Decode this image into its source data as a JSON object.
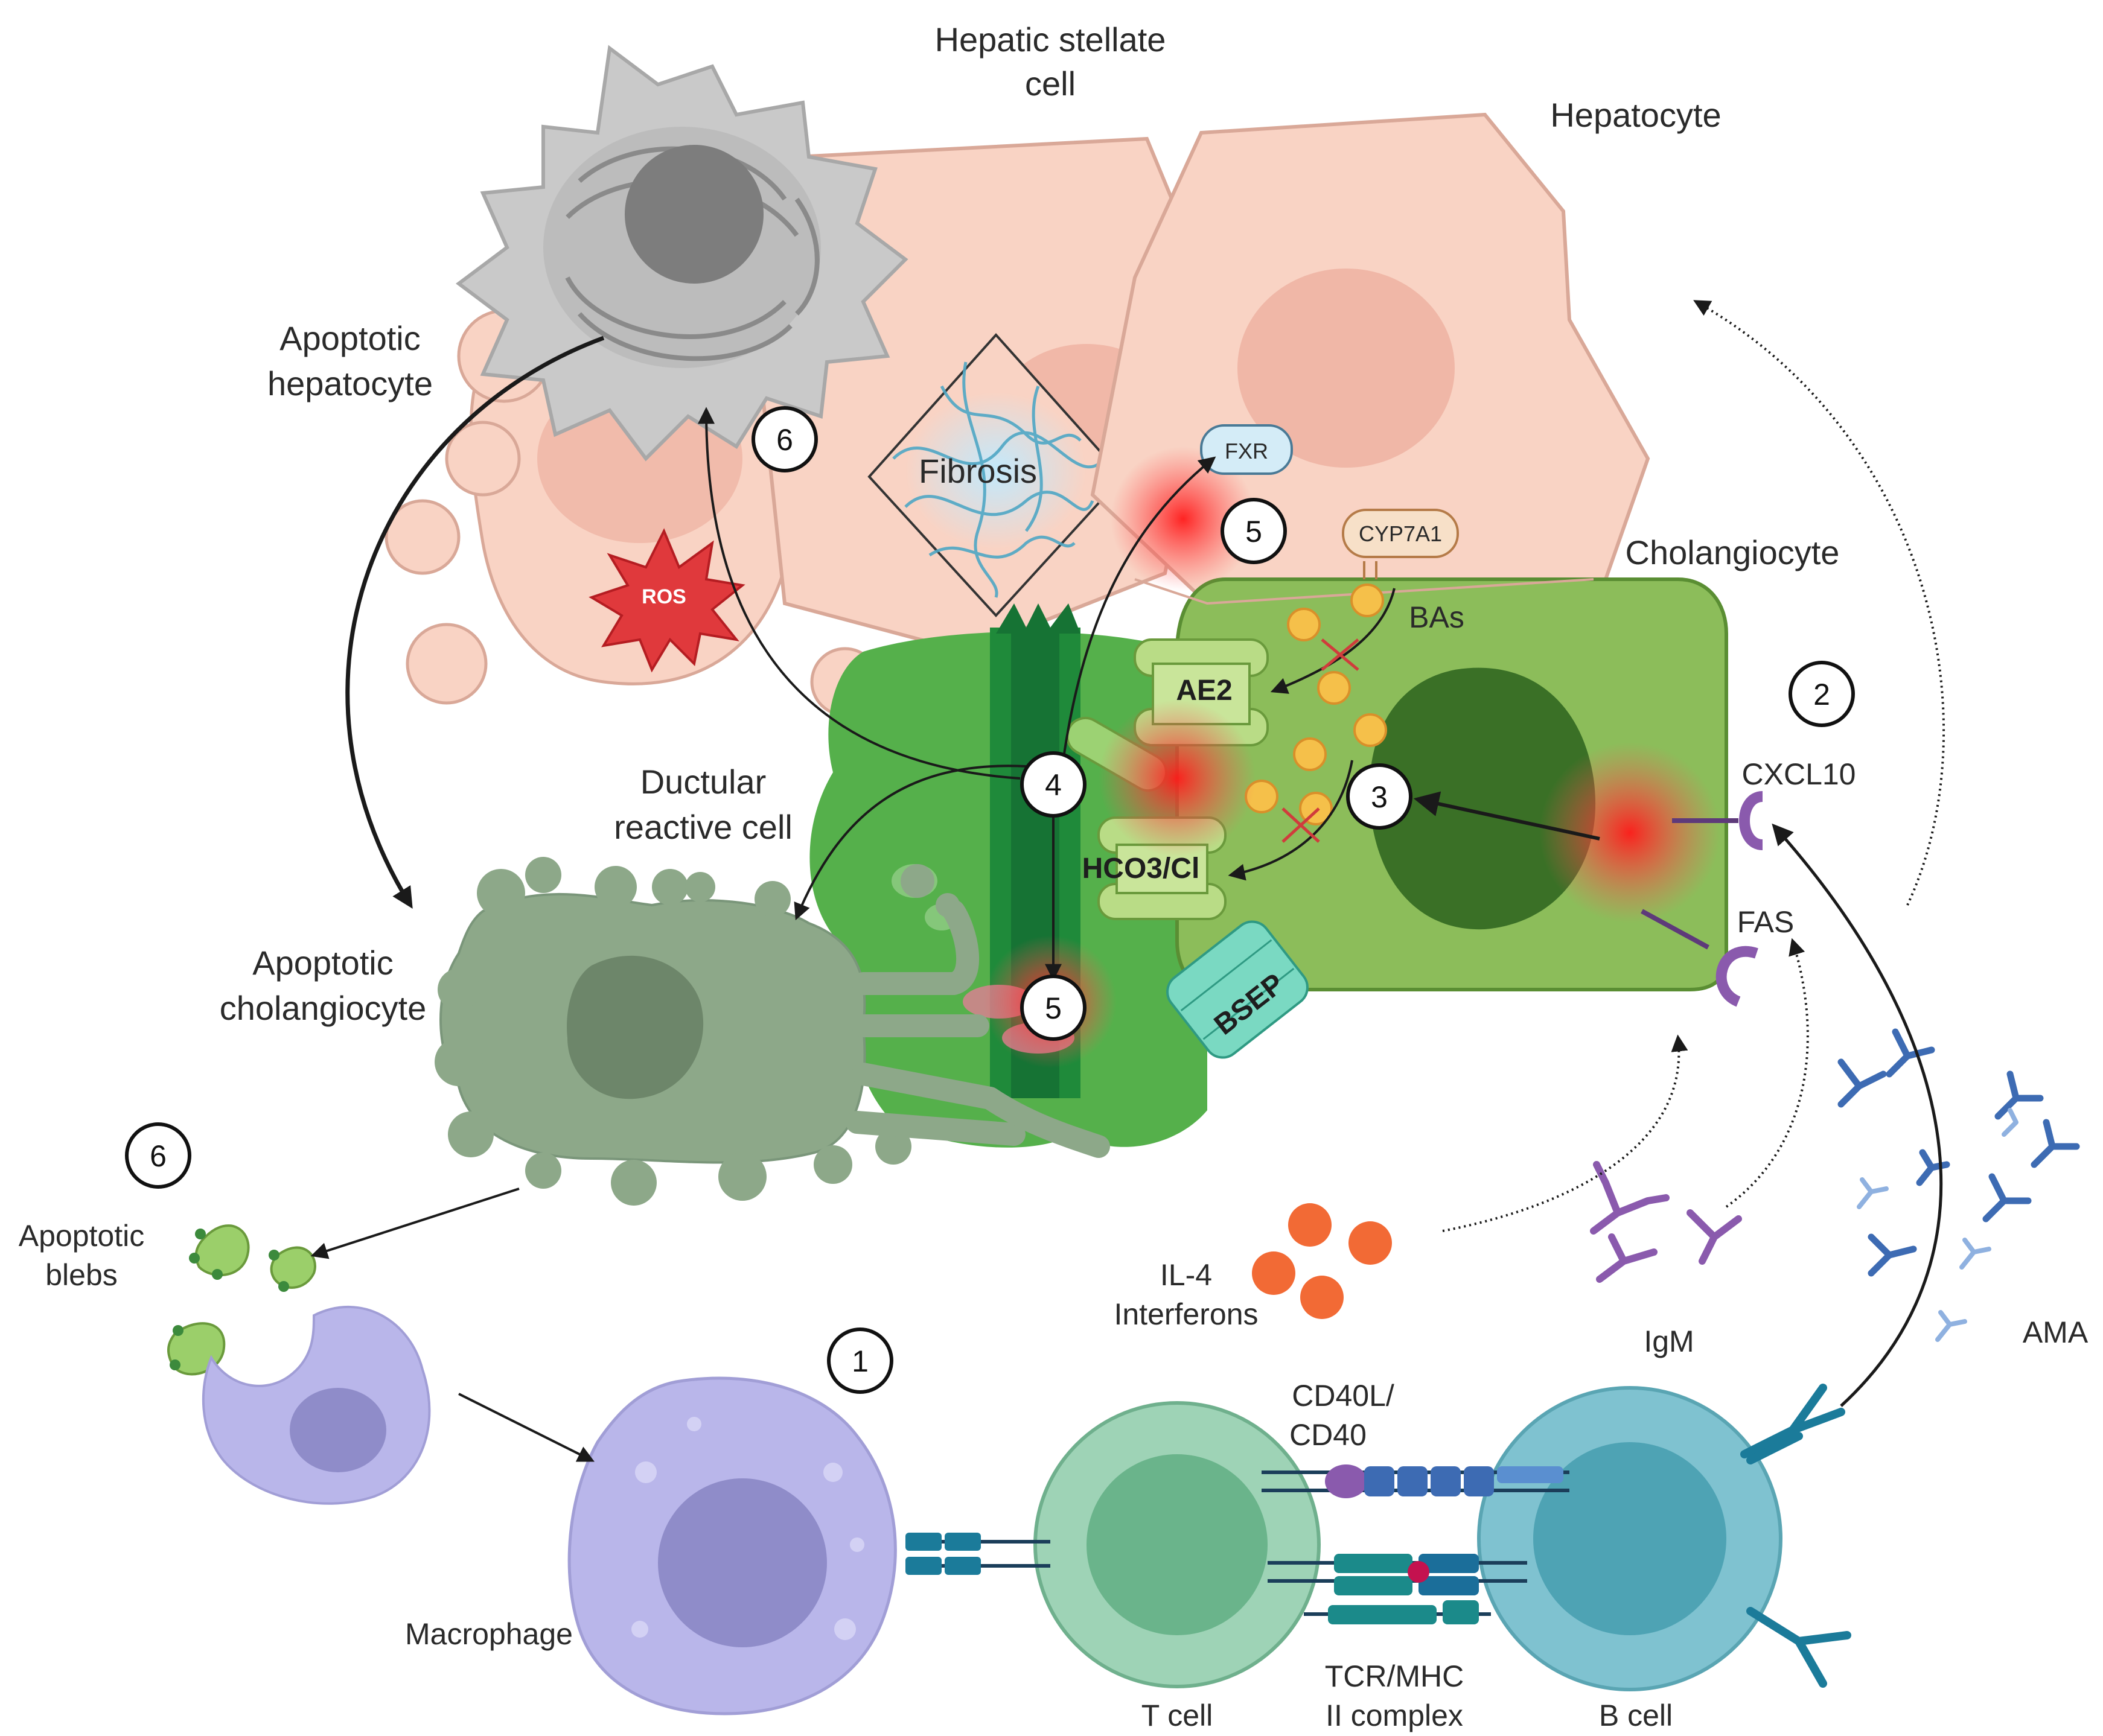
{
  "labels": {
    "hepatic_stellate_1": "Hepatic stellate",
    "hepatic_stellate_2": "cell",
    "hepatocyte": "Hepatocyte",
    "apoptotic_hep_1": "Apoptotic",
    "apoptotic_hep_2": "hepatocyte",
    "fibrosis": "Fibrosis",
    "fxr": "FXR",
    "cyp7a1": "CYP7A1",
    "cholangiocyte": "Cholangiocyte",
    "bas": "BAs",
    "ae2": "AE2",
    "hco3": "HCO3/Cl",
    "bsep": "BSEP",
    "ros": "ROS",
    "ductular_1": "Ductular",
    "ductular_2": "reactive cell",
    "cxcl10": "CXCL10",
    "fas": "FAS",
    "apoptotic_chol_1": "Apoptotic",
    "apoptotic_chol_2": "cholangiocyte",
    "apoptotic_blebs_1": "Apoptotic",
    "apoptotic_blebs_2": "blebs",
    "il4_1": "IL-4",
    "il4_2": "Interferons",
    "igm": "IgM",
    "ama": "AMA",
    "cd40_1": "CD40L/",
    "cd40_2": "CD40",
    "macrophage": "Macrophage",
    "t_cell": "T cell",
    "tcr_1": "TCR/MHC",
    "tcr_2": "II complex",
    "b_cell": "B cell"
  },
  "steps": {
    "s1": "1",
    "s2": "2",
    "s3": "3",
    "s4": "4",
    "s5a": "5",
    "s5b": "5",
    "s6a": "6",
    "s6b": "6"
  },
  "colors": {
    "hepatocyte_fill": "#f9d3c4",
    "hepatocyte_stroke": "#d9a898",
    "hepatocyte_nucleus": "#efb5a5",
    "stellate_fill": "#c9c9c9",
    "stellate_dark": "#7d7d7d",
    "cholangiocyte_fill": "#8cbd5a",
    "cholangiocyte_stroke": "#5a8e33",
    "duct_fill": "#55b04b",
    "duct_dark": "#1f8a3a",
    "apoptotic_chol_fill": "#8da889",
    "macrophage_fill": "#b9b6ea",
    "t_cell_fill": "#9ed3b6",
    "b_cell_fill": "#7fc2d0",
    "ros_fill": "#e0393c",
    "ama_blue": "#3d6bb3",
    "igm_purple": "#8a5aad",
    "cytokine_orange": "#f26a35",
    "receptor_teal": "#1b7b9a",
    "bas_yellow": "#f5c04a",
    "inflammation_red": "#ff2a2a"
  },
  "icons": [
    "ros-starburst",
    "fibrosis-fibers",
    "receptor-y-shape",
    "antibody-y-shape",
    "bile-acid-dot",
    "inflammation-glow"
  ]
}
